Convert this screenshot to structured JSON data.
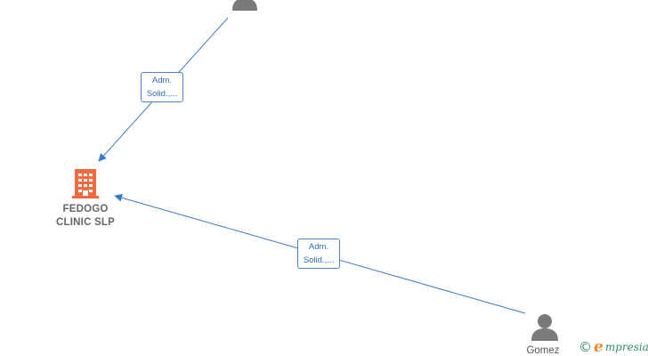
{
  "nodes": {
    "company": {
      "name_line1": "FEDOGO",
      "name_line2": "CLINIC SLP",
      "icon": "building-icon",
      "color": "#f26a3c"
    },
    "person_top": {
      "name": "",
      "icon": "person-icon",
      "color": "#7a7a7a"
    },
    "person_bottom": {
      "name": "Gomez",
      "icon": "person-icon",
      "color": "#7a7a7a"
    }
  },
  "edges": [
    {
      "from": "person_top",
      "to": "company",
      "label_line1": "Adm.",
      "label_line2": "Solid.,..."
    },
    {
      "from": "person_bottom",
      "to": "company",
      "label_line1": "Adm.",
      "label_line2": "Solid.,..."
    }
  ],
  "edge_color": "#3a7bc8",
  "brand": {
    "copyright": "©",
    "initial": "e",
    "rest": "mpresia"
  }
}
